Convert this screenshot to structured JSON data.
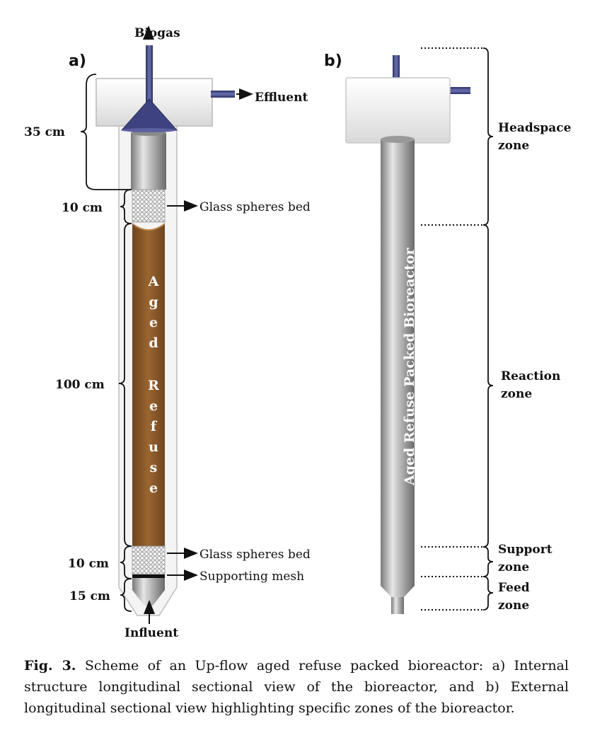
{
  "panel_a": {
    "label": "a)",
    "biogas": "Biogas",
    "effluent": "Effluent",
    "influent": "Influent",
    "dim_35": "35 cm",
    "dim_10_top": "10 cm",
    "dim_100": "100 cm",
    "dim_10_bottom": "10 cm",
    "dim_15": "15 cm",
    "glass_bed_top": "Glass spheres bed",
    "glass_bed_bottom": "Glass spheres bed",
    "supporting_mesh": "Supporting mesh",
    "aged_refuse_letters": [
      "A",
      "g",
      "e",
      "d",
      "R",
      "e",
      "f",
      "u",
      "s",
      "e"
    ]
  },
  "panel_b": {
    "label": "b)",
    "column_text": "Aged Refuse Packed Bioreactor",
    "headspace_line1": "Headspace",
    "headspace_line2": "zone",
    "reaction_line1": "Reaction",
    "reaction_line2": "zone",
    "support_line1": "Support",
    "support_line2": "zone",
    "feed_line1": "Feed",
    "feed_line2": "zone"
  },
  "caption": {
    "fig_label": "Fig. 3.",
    "text": " Scheme of an Up-flow aged refuse packed bioreactor: a) Internal structure longitudinal sectional view of the bioreactor, and b) External longitudinal sectional view highlighting specific zones of the bioreactor."
  },
  "colors": {
    "refuse_brown": "#8a5a2b",
    "pipe_blue": "#4a4f8c",
    "column_gray": "#a8a8a8"
  }
}
